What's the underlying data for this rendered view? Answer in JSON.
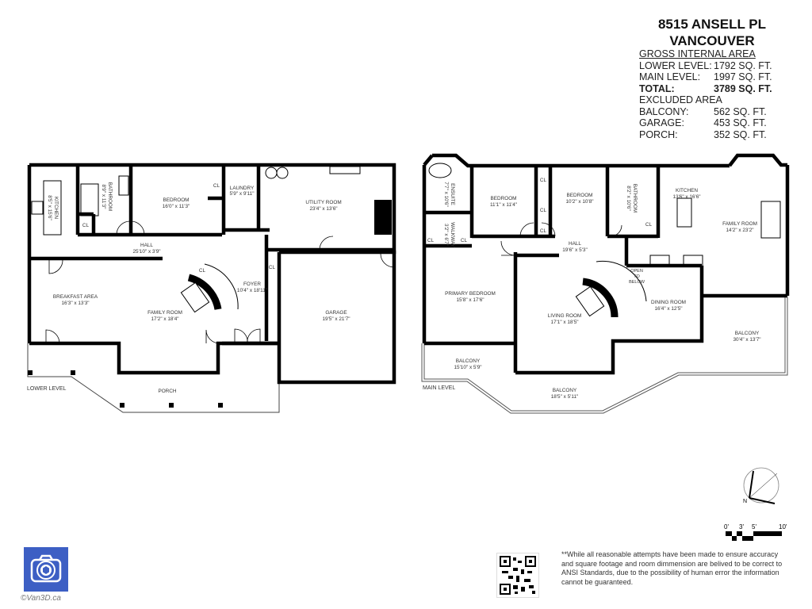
{
  "header": {
    "address": "8515 ANSELL PL",
    "city": "VANCOUVER"
  },
  "areas": {
    "gross_title": "GROSS INTERNAL AREA",
    "lower": {
      "label": "LOWER LEVEL:",
      "value": "1792 SQ. FT."
    },
    "main": {
      "label": "MAIN LEVEL:",
      "value": "1997 SQ. FT."
    },
    "total": {
      "label": "TOTAL:",
      "value": "3789 SQ. FT."
    },
    "excluded_title": "EXCLUDED AREA",
    "balcony": {
      "label": "BALCONY:",
      "value": "562 SQ. FT."
    },
    "garage": {
      "label": "GARAGE:",
      "value": "453 SQ. FT."
    },
    "porch": {
      "label": "PORCH:",
      "value": "352 SQ. FT."
    }
  },
  "lower_level": {
    "label": "LOWER LEVEL",
    "rooms": {
      "kitchen": {
        "name": "KITCHEN",
        "dim": "8'5\" x 15'6\""
      },
      "bathroom": {
        "name": "BATHROOM",
        "dim": "8'9\" x 11'3\""
      },
      "bedroom": {
        "name": "BEDROOM",
        "dim": "16'0\" x 11'3\""
      },
      "laundry": {
        "name": "LAUNDRY",
        "dim": "5'9\" x 9'11\""
      },
      "utility": {
        "name": "UTILITY ROOM",
        "dim": "23'4\" x 13'6\""
      },
      "hall": {
        "name": "HALL",
        "dim": "25'10\" x 3'9\""
      },
      "breakfast": {
        "name": "BREAKFAST AREA",
        "dim": "16'3\" x 13'3\""
      },
      "family": {
        "name": "FAMILY ROOM",
        "dim": "17'2\" x 18'4\""
      },
      "foyer": {
        "name": "FOYER",
        "dim": "10'4\" x 18'11\""
      },
      "garage": {
        "name": "GARAGE",
        "dim": "19'5\" x 21'7\""
      },
      "porch": {
        "name": "PORCH"
      },
      "cl": "CL"
    }
  },
  "main_level": {
    "label": "MAIN LEVEL",
    "rooms": {
      "ensuite": {
        "name": "ENSUITE",
        "dim": "7'7\" x 10'6\""
      },
      "walkway": {
        "name": "WALKWAY",
        "dim": "3'2\" x 6'7\""
      },
      "bedroom1": {
        "name": "BEDROOM",
        "dim": "11'1\" x 11'4\""
      },
      "bedroom2": {
        "name": "BEDROOM",
        "dim": "10'2\" x 10'8\""
      },
      "bathroom": {
        "name": "BATHROOM",
        "dim": "8'2\" x 10'6\""
      },
      "kitchen": {
        "name": "KITCHEN",
        "dim": "13'6\" x 16'6\""
      },
      "family": {
        "name": "FAMILY ROOM",
        "dim": "14'2\" x 23'2\""
      },
      "hall": {
        "name": "HALL",
        "dim": "19'6\" x 5'3\""
      },
      "primary": {
        "name": "PRIMARY BEDROOM",
        "dim": "15'8\" x 17'6\""
      },
      "living": {
        "name": "LIVING ROOM",
        "dim": "17'1\" x 18'5\""
      },
      "dining": {
        "name": "DINING ROOM",
        "dim": "16'4\" x 12'5\""
      },
      "open": {
        "l1": "OPEN",
        "l2": "TO",
        "l3": "BELOW"
      },
      "balcony1": {
        "name": "BALCONY",
        "dim": "15'10\" x 5'9\""
      },
      "balcony2": {
        "name": "BALCONY",
        "dim": "18'5\" x 5'11\""
      },
      "balcony3": {
        "name": "BALCONY",
        "dim": "30'4\" x 13'7\""
      },
      "cl": "CL"
    }
  },
  "scale": {
    "ticks": [
      "0'",
      "3'",
      "5'",
      "10'"
    ]
  },
  "compass": {
    "north": "N"
  },
  "disclaimer": "**While all reasonable attempts have been made to ensure accuracy and square footage and room dimmension are belived to be correct to ANSI Standards, due to the possibility of human error the information cannot be guaranteed.",
  "brand": {
    "copyright": "©Van3D.ca",
    "color": "#3d5fc4"
  }
}
